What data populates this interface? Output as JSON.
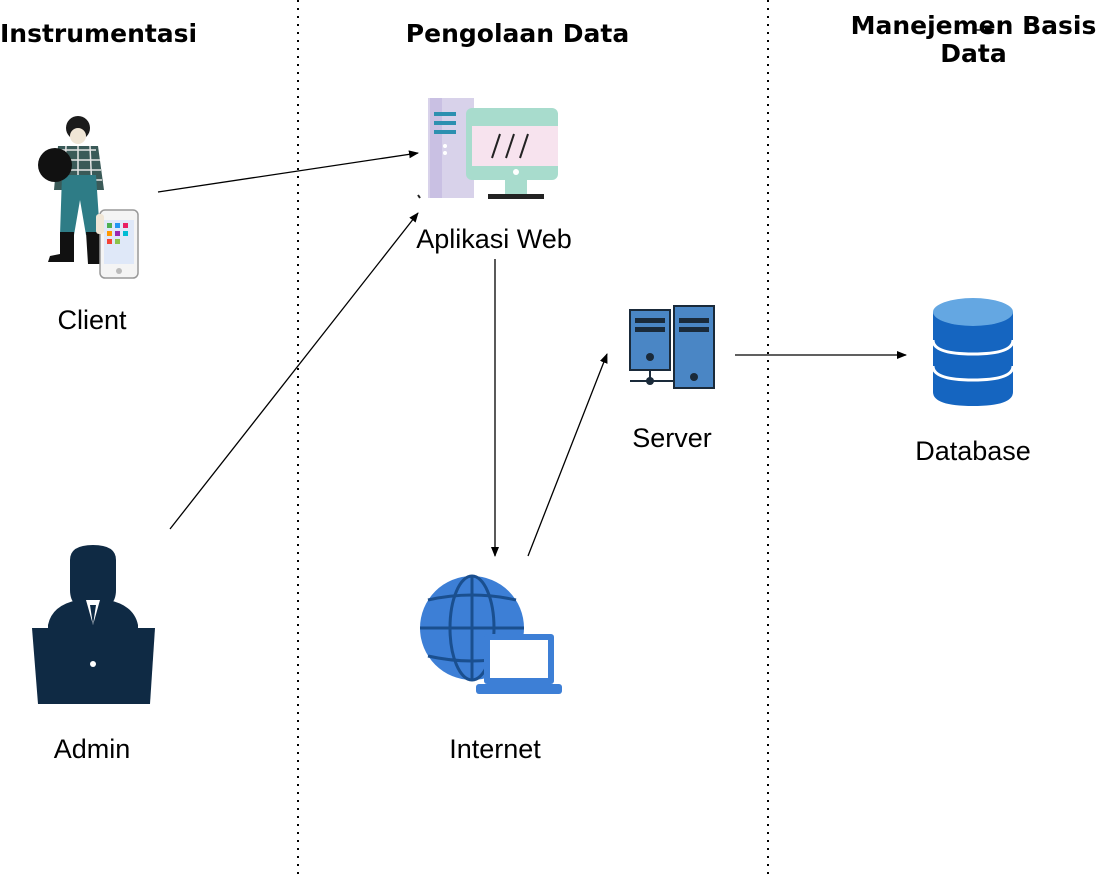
{
  "columns": {
    "left": "Instrumentasi",
    "middle": "Pengolaan Data",
    "right_line1": "Manejemen Basis",
    "right_line2": "Data"
  },
  "nodes": {
    "client": "Client",
    "admin": "Admin",
    "web_app": "Aplikasi Web",
    "internet": "Internet",
    "server": "Server",
    "database": "Database"
  },
  "colors": {
    "database_blue": "#1565c0",
    "server_blue": "#4a86c5",
    "globe_blue": "#3d7fd6",
    "admin_navy": "#0f2a44"
  }
}
